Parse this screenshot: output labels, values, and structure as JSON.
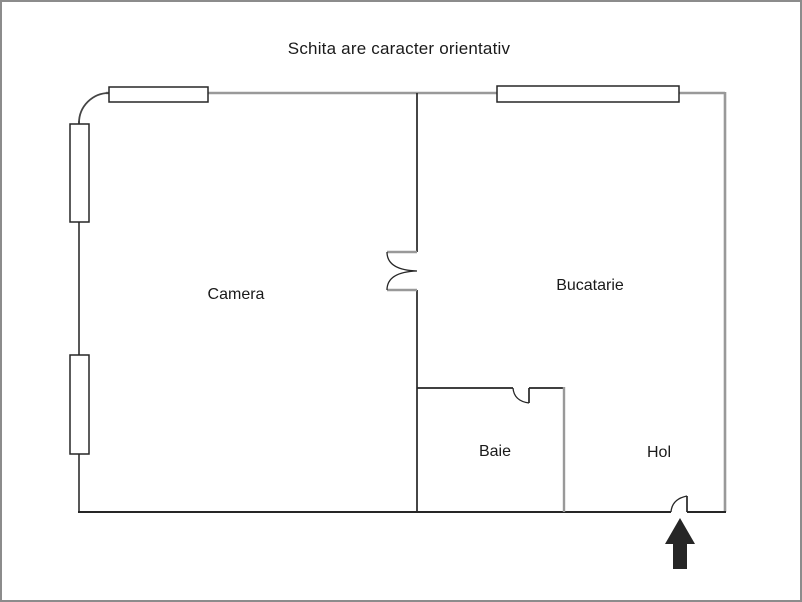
{
  "title": "Schita are caracter orientativ",
  "floor_plan": {
    "rooms": {
      "camera": {
        "label": "Camera"
      },
      "bucatarie": {
        "label": "Bucatarie"
      },
      "baie": {
        "label": "Baie"
      },
      "hol": {
        "label": "Hol"
      }
    },
    "features": {
      "windows": 4,
      "doors": [
        "double-swing-door-camera-bucatarie",
        "baie-door",
        "entrance-door"
      ],
      "entrance_marker": "up-arrow"
    }
  },
  "colors": {
    "outer_wall": "#999999",
    "inner_wall": "#262626",
    "dark_wall": "#454545",
    "arrow": "#262626",
    "page_border": "#8c8c8c",
    "background": "#ffffff"
  }
}
